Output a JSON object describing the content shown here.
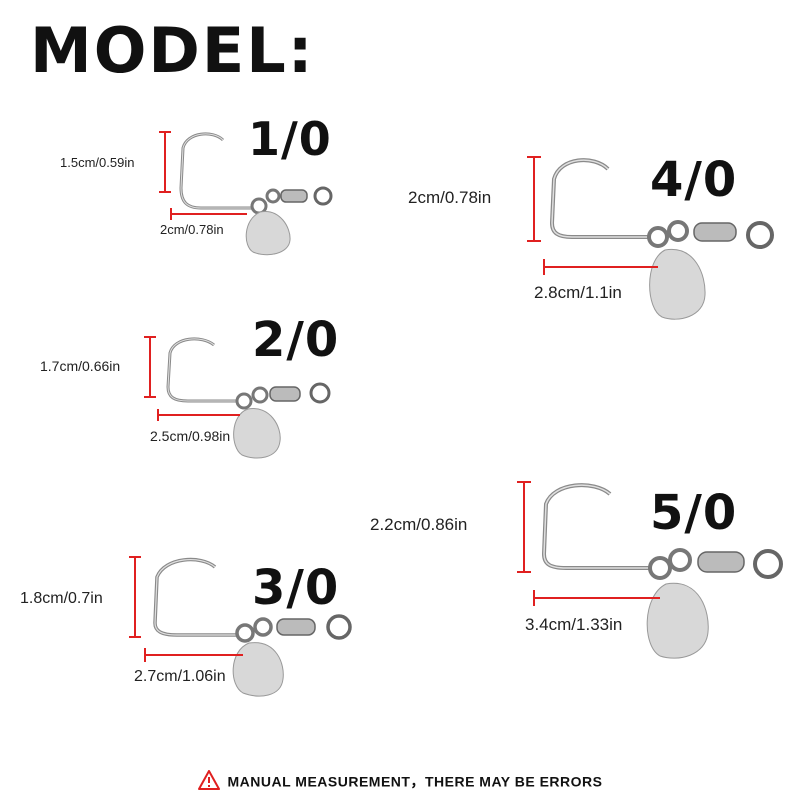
{
  "title": "MODEL:",
  "models": [
    {
      "size": "1/0",
      "height": "1.5cm/0.59in",
      "length": "2cm/0.78in"
    },
    {
      "size": "4/0",
      "height": "2cm/0.78in",
      "length": "2.8cm/1.1in"
    },
    {
      "size": "2/0",
      "height": "1.7cm/0.66in",
      "length": "2.5cm/0.98in"
    },
    {
      "size": "5/0",
      "height": "2.2cm/0.86in",
      "length": "3.4cm/1.33in"
    },
    {
      "size": "3/0",
      "height": "1.8cm/0.7in",
      "length": "2.7cm/1.06in"
    }
  ],
  "footer": {
    "icon": "warning-icon",
    "text": "MANUAL MEASUREMENT，THERE MAY BE ERRORS"
  },
  "colors": {
    "measure_line": "#e02020",
    "text": "#111111",
    "metal": "#c9c9c9"
  }
}
